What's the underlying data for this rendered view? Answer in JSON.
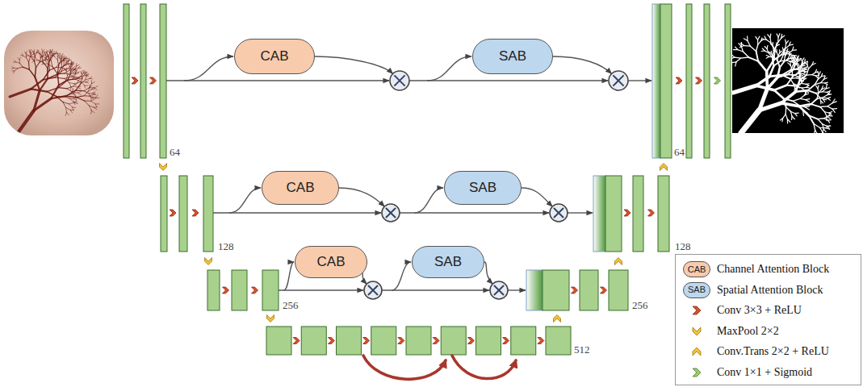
{
  "diagram": {
    "nodes": [
      {
        "text": [
          "CAB"
        ]
      },
      {
        "text": [
          "SAB"
        ]
      },
      {
        "text": [
          "CAB"
        ]
      },
      {
        "text": [
          "SAB"
        ]
      },
      {
        "text": [
          "CAB"
        ]
      },
      {
        "text": [
          "SAB"
        ]
      }
    ],
    "labels": [
      "64",
      "128",
      "256",
      "512",
      "256",
      "128",
      "64",
      "CAB",
      "SAB"
    ],
    "legend": [
      {
        "text": "Channel Attention Block",
        "color": "#f8cbad"
      },
      {
        "text": "Spatial Attention Block",
        "color": "#bdd7ee"
      },
      {
        "text": "Conv 3×3 + ReLU"
      },
      {
        "text": "MaxPool 2×2"
      },
      {
        "text": "Conv.Trans 2×2 + ReLU"
      },
      {
        "text": "Conv 1×1 + Sigmoid"
      }
    ]
  }
}
